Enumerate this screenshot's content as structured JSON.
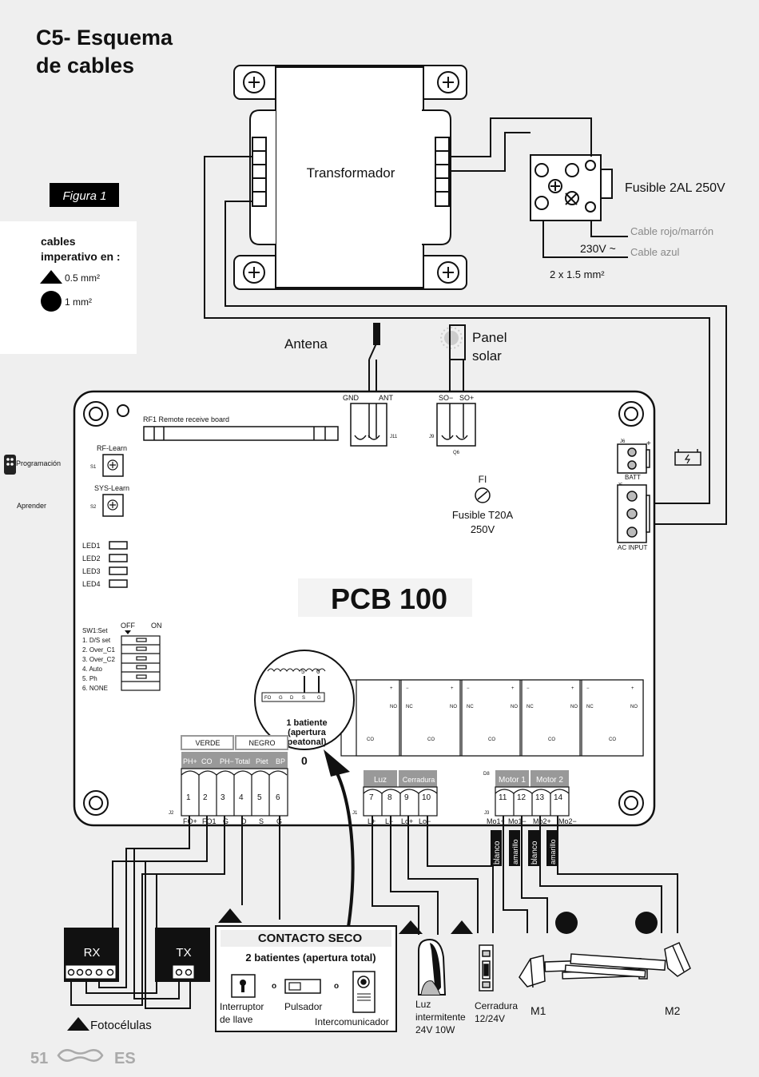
{
  "heading": {
    "line1": "C5- Esquema",
    "line2": "de cables"
  },
  "figure_label": "Figura 1",
  "legend": {
    "title_line1": "cables",
    "title_line2": "imperativo en :",
    "triangle": "0.5 mm²",
    "circle": "1 mm²"
  },
  "transformer": "Transformador",
  "fuse_top": "Fusible 2AL 250V",
  "cable_red": "Cable rojo/marrón",
  "cable_blue": "Cable azul",
  "voltage_230": "230V ~",
  "section_2x15": "2 x 1.5 mm²",
  "antenna": "Antena",
  "solar_line1": "Panel",
  "solar_line2": "solar",
  "pcb": {
    "title": "PCB 100",
    "rf1": "RF1  Remote receive board",
    "gnd": "GND",
    "ant": "ANT",
    "j11": "J11",
    "so_minus": "SO−",
    "so_plus": "SO+",
    "j9": "J9",
    "q6": "Q6",
    "rf_learn": "RF-Learn",
    "s1": "S1",
    "sys_learn": "SYS-Learn",
    "s2": "S2",
    "programacion": "Programación",
    "aprender": "Aprender",
    "leds": [
      "LED1",
      "LED2",
      "LED3",
      "LED4"
    ],
    "sw_title": "SW1:Set",
    "sw_items": [
      "1. D/S set",
      "2. Over_C1",
      "3. Over_C2",
      "4. Auto",
      "5. Ph",
      "6. NONE"
    ],
    "off": "OFF",
    "on": "ON",
    "fi": "FI",
    "fuse_main_line1": "Fusible T20A",
    "fuse_main_line2": "250V",
    "j6": "J6",
    "batt": "BATT",
    "j5": "J5",
    "ac_input": "AC INPUT",
    "relay_labels": {
      "plus": "+",
      "minus": "−",
      "no": "NO",
      "nc": "NC",
      "co": "CO"
    },
    "zoom_labels": [
      "FO",
      "G",
      "D",
      "S",
      "G"
    ],
    "zoom_nums": [
      "5",
      "6"
    ],
    "ped_line1": "1 batiente",
    "ped_line2": "(apertura",
    "ped_line3": "peatonal)",
    "ped_zero": "0",
    "verde": "VERDE",
    "negro": "NEGRO",
    "group_left": [
      "PH+",
      "CO",
      "PH−",
      "Total",
      "Piet",
      "BP"
    ],
    "terminals_left": [
      "1",
      "2",
      "3",
      "4",
      "5",
      "6"
    ],
    "bottom_left": [
      "FO+",
      "FO1",
      "G",
      "D",
      "S",
      "G"
    ],
    "j2": "J2",
    "luz": "Luz",
    "cerradura": "Cerradura",
    "terminals_mid": [
      "7",
      "8",
      "9",
      "10"
    ],
    "bottom_mid": [
      "L+",
      "L−",
      "Lo+",
      "Lo−"
    ],
    "j1": "J1",
    "d8": "D8",
    "j3": "J3",
    "motor1": "Motor 1",
    "motor2": "Motor 2",
    "terminals_right": [
      "11",
      "12",
      "13",
      "14"
    ],
    "bottom_right": [
      "Mo1+",
      "Mo1−",
      "Mo2+",
      "Mo2−"
    ]
  },
  "wire_colors": [
    "blanco",
    "amarillo",
    "blanco",
    "amarillo"
  ],
  "rx": "RX",
  "tx": "TX",
  "photocells": "Fotocélulas",
  "dry_contact": {
    "title": "CONTACTO SECO",
    "subtitle": "2 batientes (apertura total)",
    "key_line1": "Interruptor",
    "key_line2": "de llave",
    "pushbutton": "Pulsador",
    "intercom": "Intercomunicador",
    "o1": "o",
    "o2": "o"
  },
  "light": {
    "line1": "Luz",
    "line2": "intermitente",
    "line3": "24V 10W"
  },
  "lock": {
    "line1": "Cerradura",
    "line2": "12/24V"
  },
  "m1": "M1",
  "m2": "M2",
  "footer": {
    "page": "51",
    "lang": "ES"
  },
  "colors": {
    "ink": "#111111",
    "gray_block": "#999999",
    "light_gray": "#d9d9d9"
  }
}
